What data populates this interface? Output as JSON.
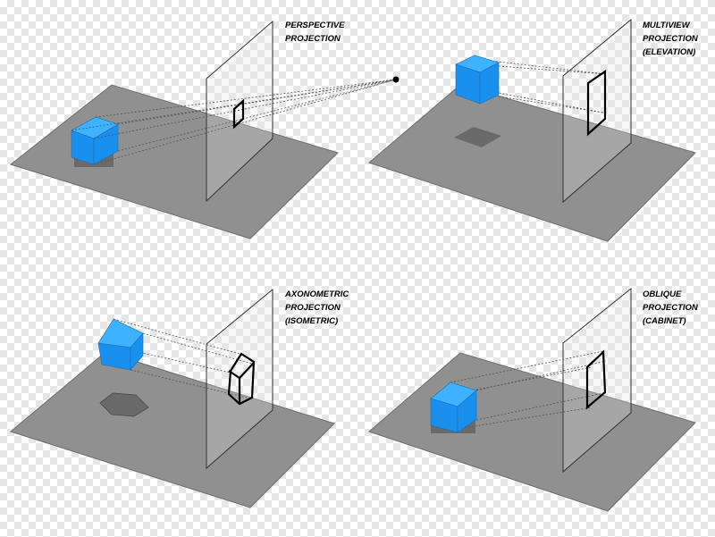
{
  "panels": [
    {
      "id": "perspective",
      "lines": [
        "PERSPECTIVE",
        "PROJECTION"
      ]
    },
    {
      "id": "multiview",
      "lines": [
        "MULTIVIEW",
        "PROJECTION",
        "(ELEVATION)"
      ]
    },
    {
      "id": "axonometric",
      "lines": [
        "AXONOMETRIC",
        "PROJECTION",
        "(ISOMETRIC)"
      ]
    },
    {
      "id": "oblique",
      "lines": [
        "OBLIQUE",
        "PROJECTION",
        "(CABINET)"
      ]
    }
  ],
  "colors": {
    "ground": "#909090",
    "ground_edge": "#6e6e6e",
    "cube_face": "#1a90ee",
    "cube_light": "#3fb2ff",
    "shadow": "#6a6a6a",
    "projection_outline": "#000000"
  }
}
